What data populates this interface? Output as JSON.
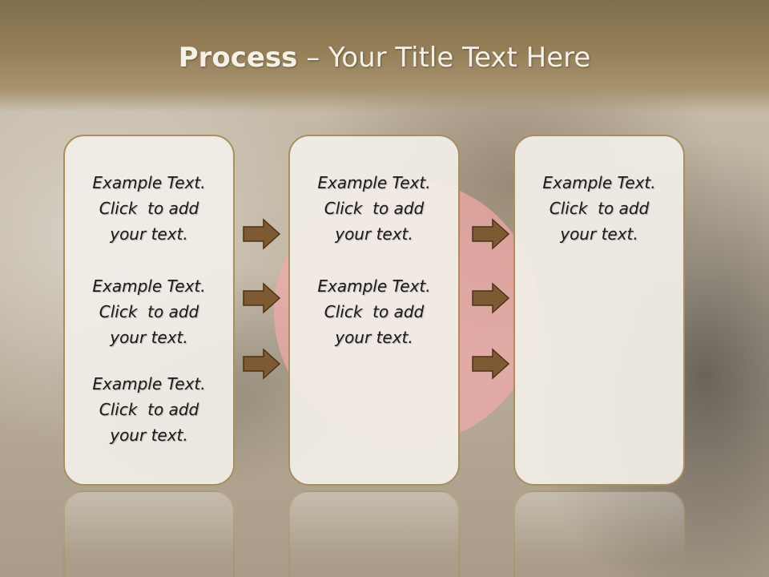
{
  "slide": {
    "title_bold": "Process",
    "title_rest": " – Your Title Text Here"
  },
  "panels": [
    {
      "items": [
        {
          "line1": "Example Text.",
          "line2": "Click  to add",
          "line3": "your text."
        },
        {
          "line1": "Example Text.",
          "line2": "Click  to add",
          "line3": "your text."
        },
        {
          "line1": "Example Text.",
          "line2": "Click  to add",
          "line3": "your text."
        }
      ]
    },
    {
      "items": [
        {
          "line1": "Example Text.",
          "line2": "Click  to add",
          "line3": "your text."
        },
        {
          "line1": "Example Text.",
          "line2": "Click  to add",
          "line3": "your text."
        }
      ]
    },
    {
      "items": [
        {
          "line1": "Example Text.",
          "line2": "Click  to add",
          "line3": "your text."
        }
      ]
    }
  ],
  "colors": {
    "arrow_fill": "#7d5a32",
    "panel_border": "#a88f5c",
    "header_band": "#957f58",
    "accent_circle": "#f4aaaa"
  },
  "icons": [
    "arrow-right-icon"
  ]
}
